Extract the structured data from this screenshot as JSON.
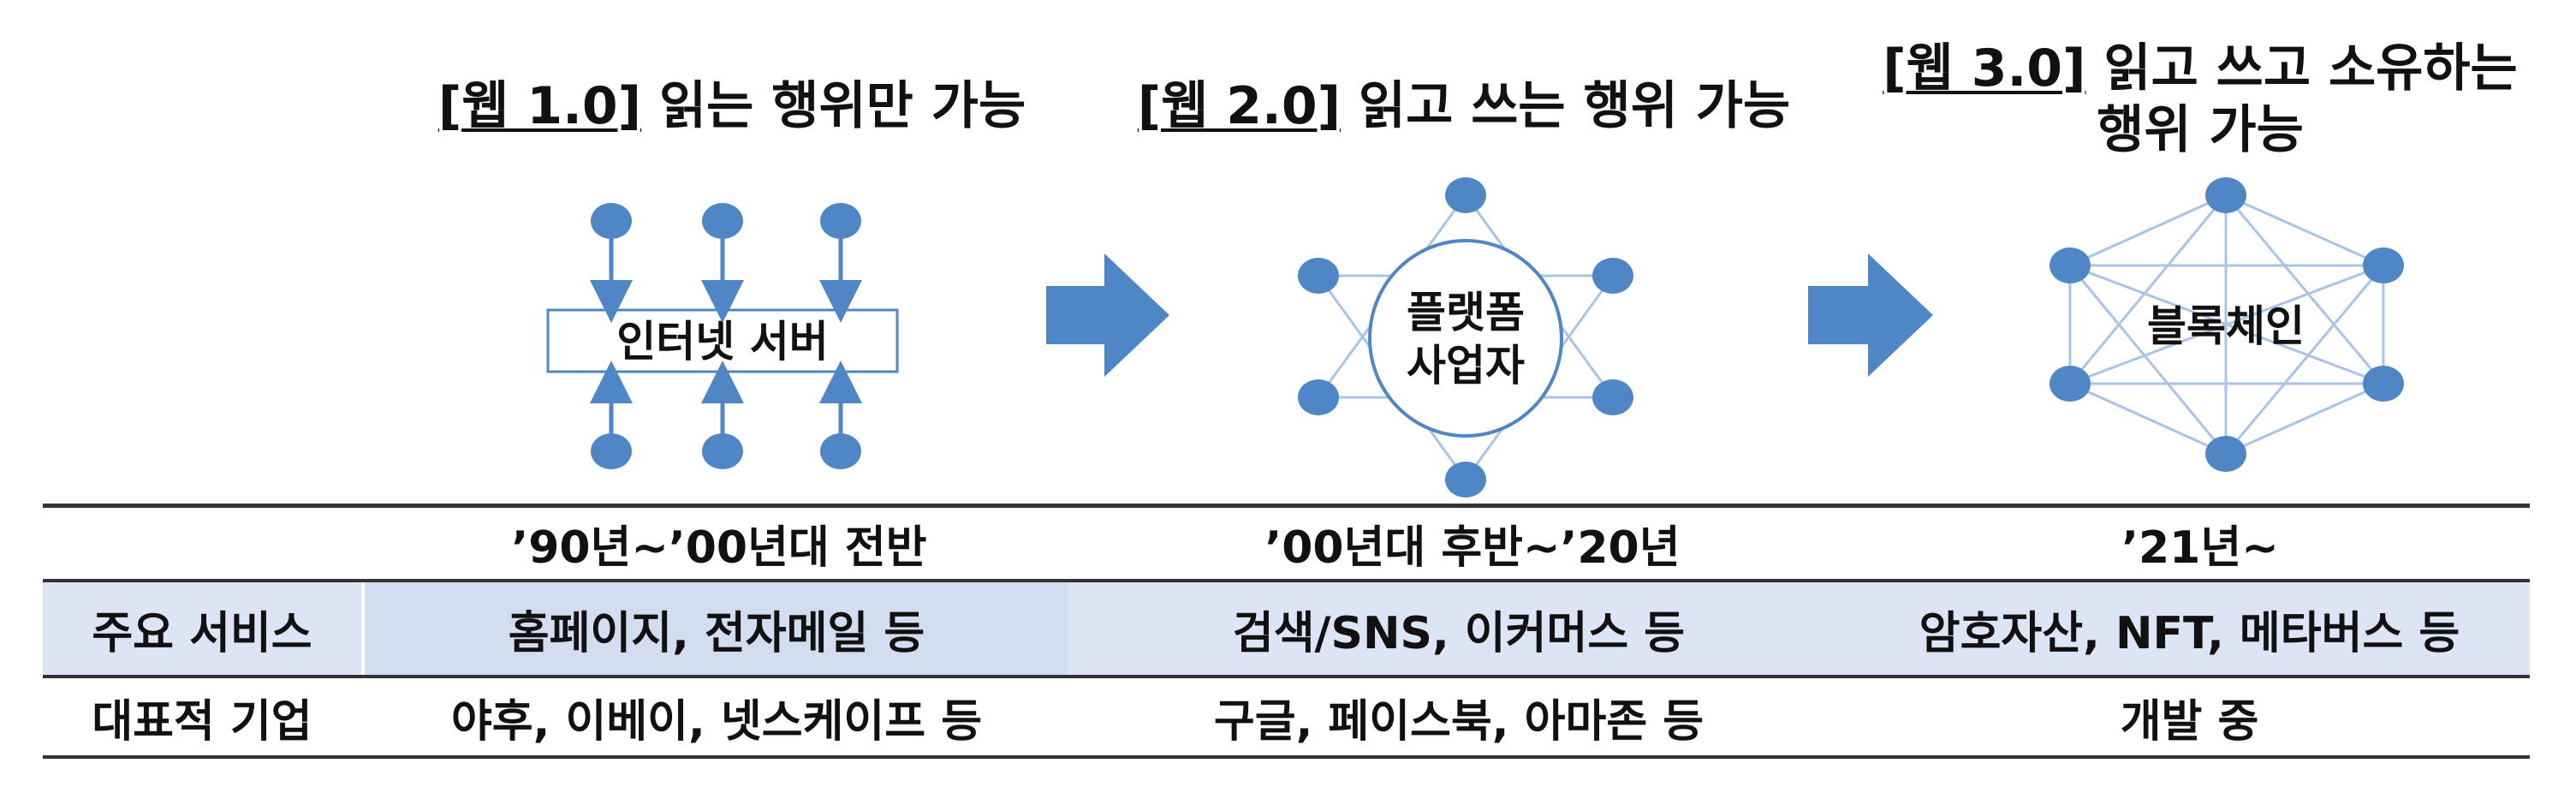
{
  "columns": [
    {
      "title_tag": "[웹 1.0]",
      "title_rest": " 읽는 행위만 가능",
      "diagram_label": "인터넷 서버",
      "period": "’90년~’00년대 전반",
      "services": "홈페이지, 전자메일 등",
      "companies": "야후, 이베이, 넷스케이프 등"
    },
    {
      "title_tag": "[웹 2.0]",
      "title_rest": " 읽고 쓰는 행위 가능",
      "diagram_label_line1": "플랫폼",
      "diagram_label_line2": "사업자",
      "period": "’00년대 후반~’20년",
      "services": "검색/SNS, 이커머스 등",
      "companies": "구글, 페이스북, 아마존 등"
    },
    {
      "title_tag": "[웹 3.0]",
      "title_rest": " 읽고 쓰고 소유하는",
      "title_line2": "행위 가능",
      "diagram_label": "블록체인",
      "period": "’21년~",
      "services": "암호자산, NFT, 메타버스 등",
      "companies": "개발 중"
    }
  ],
  "row_headers": {
    "services": "주요 서비스",
    "companies": "대표적 기업"
  },
  "colors": {
    "node": "#4f86c6",
    "arrow": "#4f86c6",
    "edge": "#a9c4e6",
    "row_shade": "#dbe5f3",
    "rule": "#333333"
  }
}
